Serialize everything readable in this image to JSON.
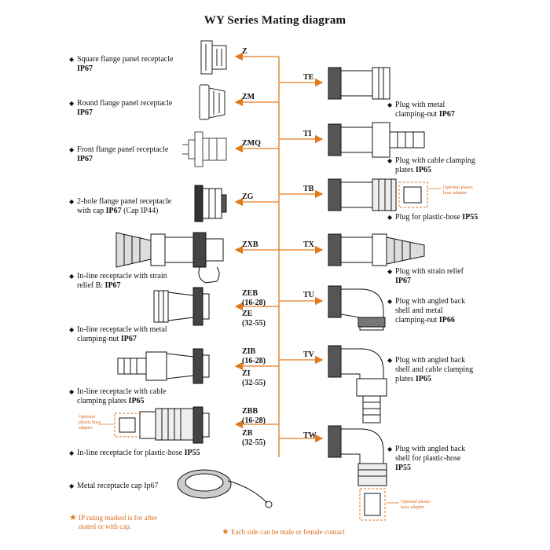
{
  "title": "WY  Series Mating diagram",
  "colors": {
    "accent": "#e07a1f",
    "line": "#111111"
  },
  "left_items": [
    {
      "name": "Square flange panel receptacle",
      "ip": "IP67"
    },
    {
      "name": "Round flange panel receptacle",
      "ip": "IP67"
    },
    {
      "name": "Front flange panel receptacle",
      "ip": "IP67"
    },
    {
      "name": "2-hole flange panel receptacle",
      "line2": "with cap ",
      "ip": "IP67",
      "extra": " (Cap IP44)"
    },
    {
      "name": "In-line receptacle with strain",
      "line2": "relief B: ",
      "ip": "IP67"
    },
    {
      "name": "In-line receptacle with metal",
      "line2": "clamping-nut ",
      "ip": "IP67"
    },
    {
      "name": "In-line receptacle with cable",
      "line2": "clamping plates ",
      "ip": "IP65"
    },
    {
      "name": "In-line receptacle for plastic-hose ",
      "ip": "IP55"
    },
    {
      "name": "Metal receptacle cap Ip67"
    }
  ],
  "right_items": [
    {
      "name": "Plug with metal",
      "line2": "clamping-nut  ",
      "ip": "IP67"
    },
    {
      "name": "Plug with cable clamping",
      "line2": "plates ",
      "ip": "IP65"
    },
    {
      "name": "Plug for plastic-hose  ",
      "ip": "IP55"
    },
    {
      "name": "Plug with strain relief",
      "ip": "IP67"
    },
    {
      "name": "Plug with angled back",
      "line2": "shell and metal",
      "line3": "clamping-nut  ",
      "ip": "IP66"
    },
    {
      "name": "Plug with angled back",
      "line2": "shell and cable clamping",
      "line3": "plates ",
      "ip": "IP65"
    },
    {
      "name": "Plug with angled back",
      "line2": "shell for plastic-hose",
      "ip": "IP55"
    }
  ],
  "left_codes": [
    "Z",
    "ZM",
    "ZMQ",
    "ZG",
    "ZXB",
    "ZEB",
    "(16-28)",
    "ZE",
    "(32-55)",
    "ZIB",
    "(16-28)",
    "ZI",
    "(32-55)",
    "ZBB",
    "(16-28)",
    "ZB",
    "(32-55)"
  ],
  "right_codes": [
    "TE",
    "TI",
    "TB",
    "TX",
    "TU",
    "TV",
    "TW"
  ],
  "optional_adapter": [
    "Optional plastic",
    "hose adapter"
  ],
  "optional_adapter_left": [
    "Optional",
    "plastic hose",
    "adapter"
  ],
  "footnote_left": [
    "IP rating marked is for after",
    "mated or with cap."
  ],
  "footnote_bottom": "Each side can be male or female contact"
}
